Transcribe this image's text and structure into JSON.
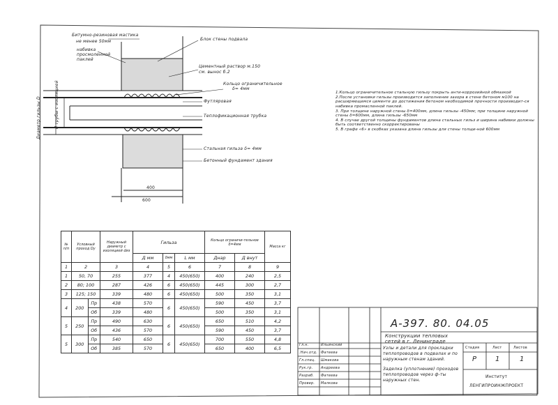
{
  "drawing": {
    "labels": {
      "brick_rubble_mix": "Битумно-резиновая мастика",
      "not_less_50": "не менее 50мм",
      "tar_tow": "набивка просмоленной паклей",
      "basement_wall_block": "Блок стены подвала",
      "cement_mortar": "Цементный раствор м.150",
      "cement_mortar_2": "см. вынос б.2",
      "limiting_ring": "Кольцо ограничительное",
      "ring_size": "δ= 4мм",
      "tube": "Футляровая",
      "heat_pipeline": "Теплофикационная трубка",
      "steel_sleeve": "Стальная гильза δ= 4мм",
      "building_foundation": "Бетонный фундамент здания",
      "sleeve_diameter": "Диаметр гильзы D",
      "pipe_diameter": "d трубы с изоляцией",
      "dim_400": "400",
      "dim_600": "600"
    }
  },
  "notes": [
    "1.Кольцо ограничительное стальную гильзу покрыть анти-коррозийной обмазкой",
    "2.После установки гильзы производится заполнение зазора в стене бетоном м100 на расширяющемся цементе до достижения бетоном необходимой прочности производит-ся набивка промасленной паклей.",
    "3. При толщине наружной стены δ=400мм, длина гильзы -450мм; при толщине наружной стены δ=600мм, длина гильзы -650мм",
    "4. В случае другой толщины фундаментов длина стальных гильз и ширина набивки должны быть соответственно скорректированы",
    "5. В графе «6» в скобках указана длина гильзы для стены толщи-ной 600мм"
  ],
  "table": {
    "headers": {
      "num": "№ п/п",
      "nominal": "Условный проход Dу",
      "outer_diam": "Наружный диаметр с изоляцией dиз",
      "sleeve": "Гильза",
      "ring": "Кольцо ограничи-тельное δ=4мм",
      "mass": "Масса кг",
      "d_mm": "Д мм",
      "s_mm": "δмм",
      "l_mm": "L мм",
      "d_nar": "Днар",
      "d_vn": "Д внут"
    },
    "col_numbers": [
      "1",
      "2",
      "3",
      "4",
      "5",
      "6",
      "7",
      "8",
      "9"
    ],
    "rows": [
      [
        "1",
        "50, 70",
        "",
        "255",
        "377",
        "4",
        "450(650)",
        "400",
        "240",
        "2,5"
      ],
      [
        "2",
        "80; 100",
        "",
        "287",
        "426",
        "6",
        "450(650)",
        "445",
        "300",
        "2,7"
      ],
      [
        "3",
        "125; 150",
        "",
        "339",
        "480",
        "6",
        "450(650)",
        "500",
        "350",
        "3,1"
      ],
      [
        "4",
        "200",
        "Пр",
        "438",
        "570",
        "6",
        "450(650)",
        "590",
        "450",
        "3,7"
      ],
      [
        "4",
        "",
        "Об",
        "339",
        "480",
        "",
        "",
        "500",
        "350",
        "3,1"
      ],
      [
        "5",
        "250",
        "Пр",
        "490",
        "630",
        "6",
        "450(650)",
        "650",
        "510",
        "4,2"
      ],
      [
        "5",
        "",
        "Об",
        "436",
        "570",
        "",
        "",
        "590",
        "450",
        "3,7"
      ],
      [
        "5",
        "300",
        "Пр",
        "540",
        "650",
        "6",
        "450(650)",
        "700",
        "550",
        "4,8"
      ],
      [
        "5",
        "",
        "Об",
        "385",
        "570",
        "",
        "",
        "650",
        "400",
        "6,5"
      ]
    ]
  },
  "stamp": {
    "code": "А-397. 80. 04.05",
    "title": "Конструкции тепловых сетей в г. Ленинграде",
    "desc1": "Узлы и детали для прокладки теплопроводов в подвалах и по наружным стенам зданий.",
    "desc2": "Заделка (уплотнение) проходов теплопроводов через ф-ты наружных стен.",
    "stage_label": "Стадия",
    "sheet_label": "Лист",
    "sheets_label": "Листов",
    "stage": "Р",
    "sheet": "1",
    "sheets": "1",
    "institute": "Институт",
    "org": "ЛЕНГИПРОИНЖПРОЕКТ",
    "roles": [
      "Гл.н.",
      ".Нач.отд.",
      "Гл.спец.",
      "Рук.гр.",
      "Разраб.",
      "Провер."
    ],
    "signers": [
      "Ильинский",
      "Фатеева",
      "Шмакова",
      "Андреева",
      "Фатеева",
      "Малкова"
    ]
  }
}
